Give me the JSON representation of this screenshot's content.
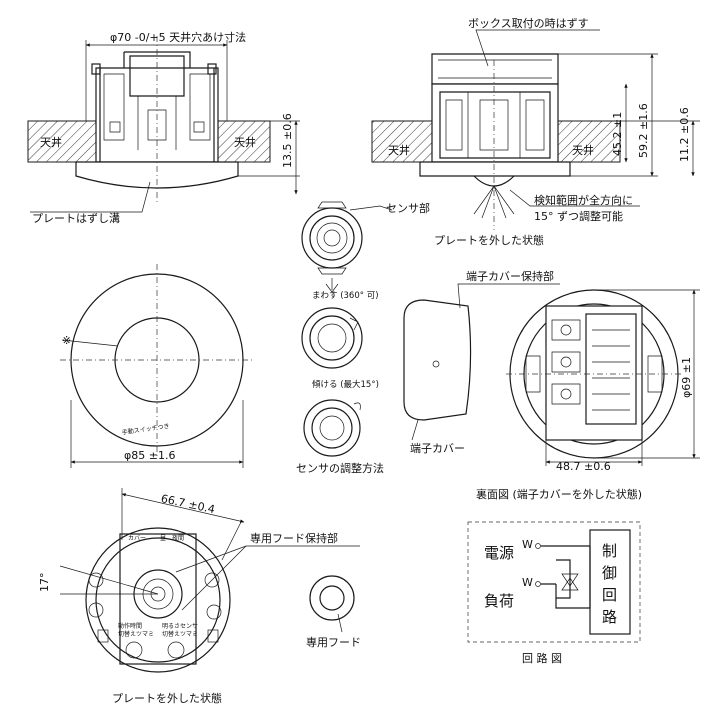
{
  "views": {
    "front_section": {
      "cutout_dim": "φ70 -0/+5 天井穴あけ寸法",
      "ceiling_left": "天井",
      "ceiling_right": "天井",
      "height_dim": "13.5 ±0.6",
      "plate_groove": "プレートはずし溝"
    },
    "side_section": {
      "box_note": "ボックス取付の時はずす",
      "ceiling": "天井",
      "dim_a": "45.2 ±1",
      "dim_b": "59.2 ±1.6",
      "dim_c": "11.2 ±0.6",
      "range_note_1": "検知範囲が全方向に",
      "range_note_2": "15° ずつ調整可能",
      "caption": "プレートを外した状態"
    },
    "sensor_adjust": {
      "sensor_label": "センサ部",
      "rotate_label": "まわす (360° 可)",
      "tilt_label": "傾ける (最大15°)",
      "caption": "センサの調整方法"
    },
    "plate_view": {
      "mark": "※",
      "switch_note": "手動スイッチつき",
      "diameter": "φ85 ±1.6"
    },
    "terminal_cover": {
      "holder_label": "端子カバー保持部",
      "cover_label": "端子カバー"
    },
    "back_view": {
      "diameter": "φ69 ±1",
      "width": "48.7 ±0.6",
      "caption": "裏面図 (端子カバーを外した状態)"
    },
    "bottom_view": {
      "width_dim": "66.7 ±0.4",
      "angle": "17°",
      "hood_holder": "専用フード保持部",
      "caption": "プレートを外した状態",
      "small_left_1": "カバー",
      "small_left_2": "昼",
      "small_right": "夜間",
      "knob_left_1": "動作時間",
      "knob_left_2": "切替えツマミ",
      "knob_right_1": "明るさセンサ",
      "knob_right_2": "切替えツマミ"
    },
    "hood": {
      "label": "専用フード"
    },
    "circuit": {
      "supply": "電源",
      "load": "負荷",
      "terminal": "W",
      "control_1": "制",
      "control_2": "御",
      "control_3": "回",
      "control_4": "路",
      "caption": "回 路 図"
    }
  },
  "colors": {
    "line": "#1a1a1a",
    "background": "#ffffff"
  }
}
